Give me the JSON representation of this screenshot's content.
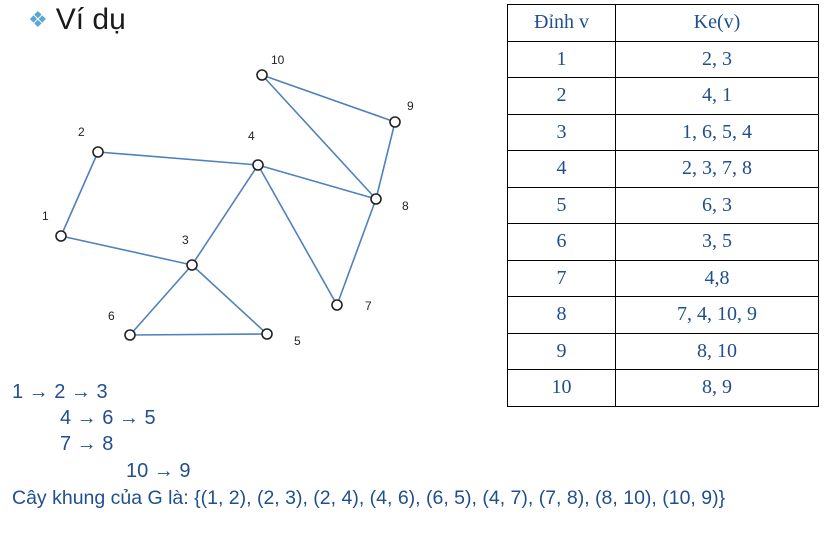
{
  "slide": {
    "bullet_icon": "diamond-bullet-icon",
    "title": "Ví dụ"
  },
  "graph": {
    "vertices": [
      "1",
      "2",
      "3",
      "4",
      "5",
      "6",
      "7",
      "8",
      "9",
      "10"
    ],
    "edges": [
      [
        "1",
        "2"
      ],
      [
        "1",
        "3"
      ],
      [
        "2",
        "4"
      ],
      [
        "3",
        "4"
      ],
      [
        "3",
        "6"
      ],
      [
        "3",
        "5"
      ],
      [
        "6",
        "5"
      ],
      [
        "4",
        "7"
      ],
      [
        "4",
        "8"
      ],
      [
        "7",
        "8"
      ],
      [
        "8",
        "9"
      ],
      [
        "8",
        "10"
      ],
      [
        "10",
        "9"
      ]
    ]
  },
  "table": {
    "headers": [
      "Đỉnh v",
      "Ke(v)"
    ],
    "rows": [
      [
        "1",
        "2, 3"
      ],
      [
        "2",
        "4, 1"
      ],
      [
        "3",
        "1, 6, 5, 4"
      ],
      [
        "4",
        "2, 3, 7, 8"
      ],
      [
        "5",
        "6, 3"
      ],
      [
        "6",
        "3, 5"
      ],
      [
        "7",
        "4,8"
      ],
      [
        "8",
        "7, 4, 10, 9"
      ],
      [
        "9",
        "8, 10"
      ],
      [
        "10",
        "8, 9"
      ]
    ]
  },
  "traversal": [
    "1 → 2 → 3",
    "4 → 6 → 5",
    "7 → 8",
    "10 → 9"
  ],
  "result": "Cây khung của G là: {(1, 2), (2, 3), (2, 4), (4, 6), (6, 5), (4, 7), (7, 8), (8, 10), (10, 9)}"
}
